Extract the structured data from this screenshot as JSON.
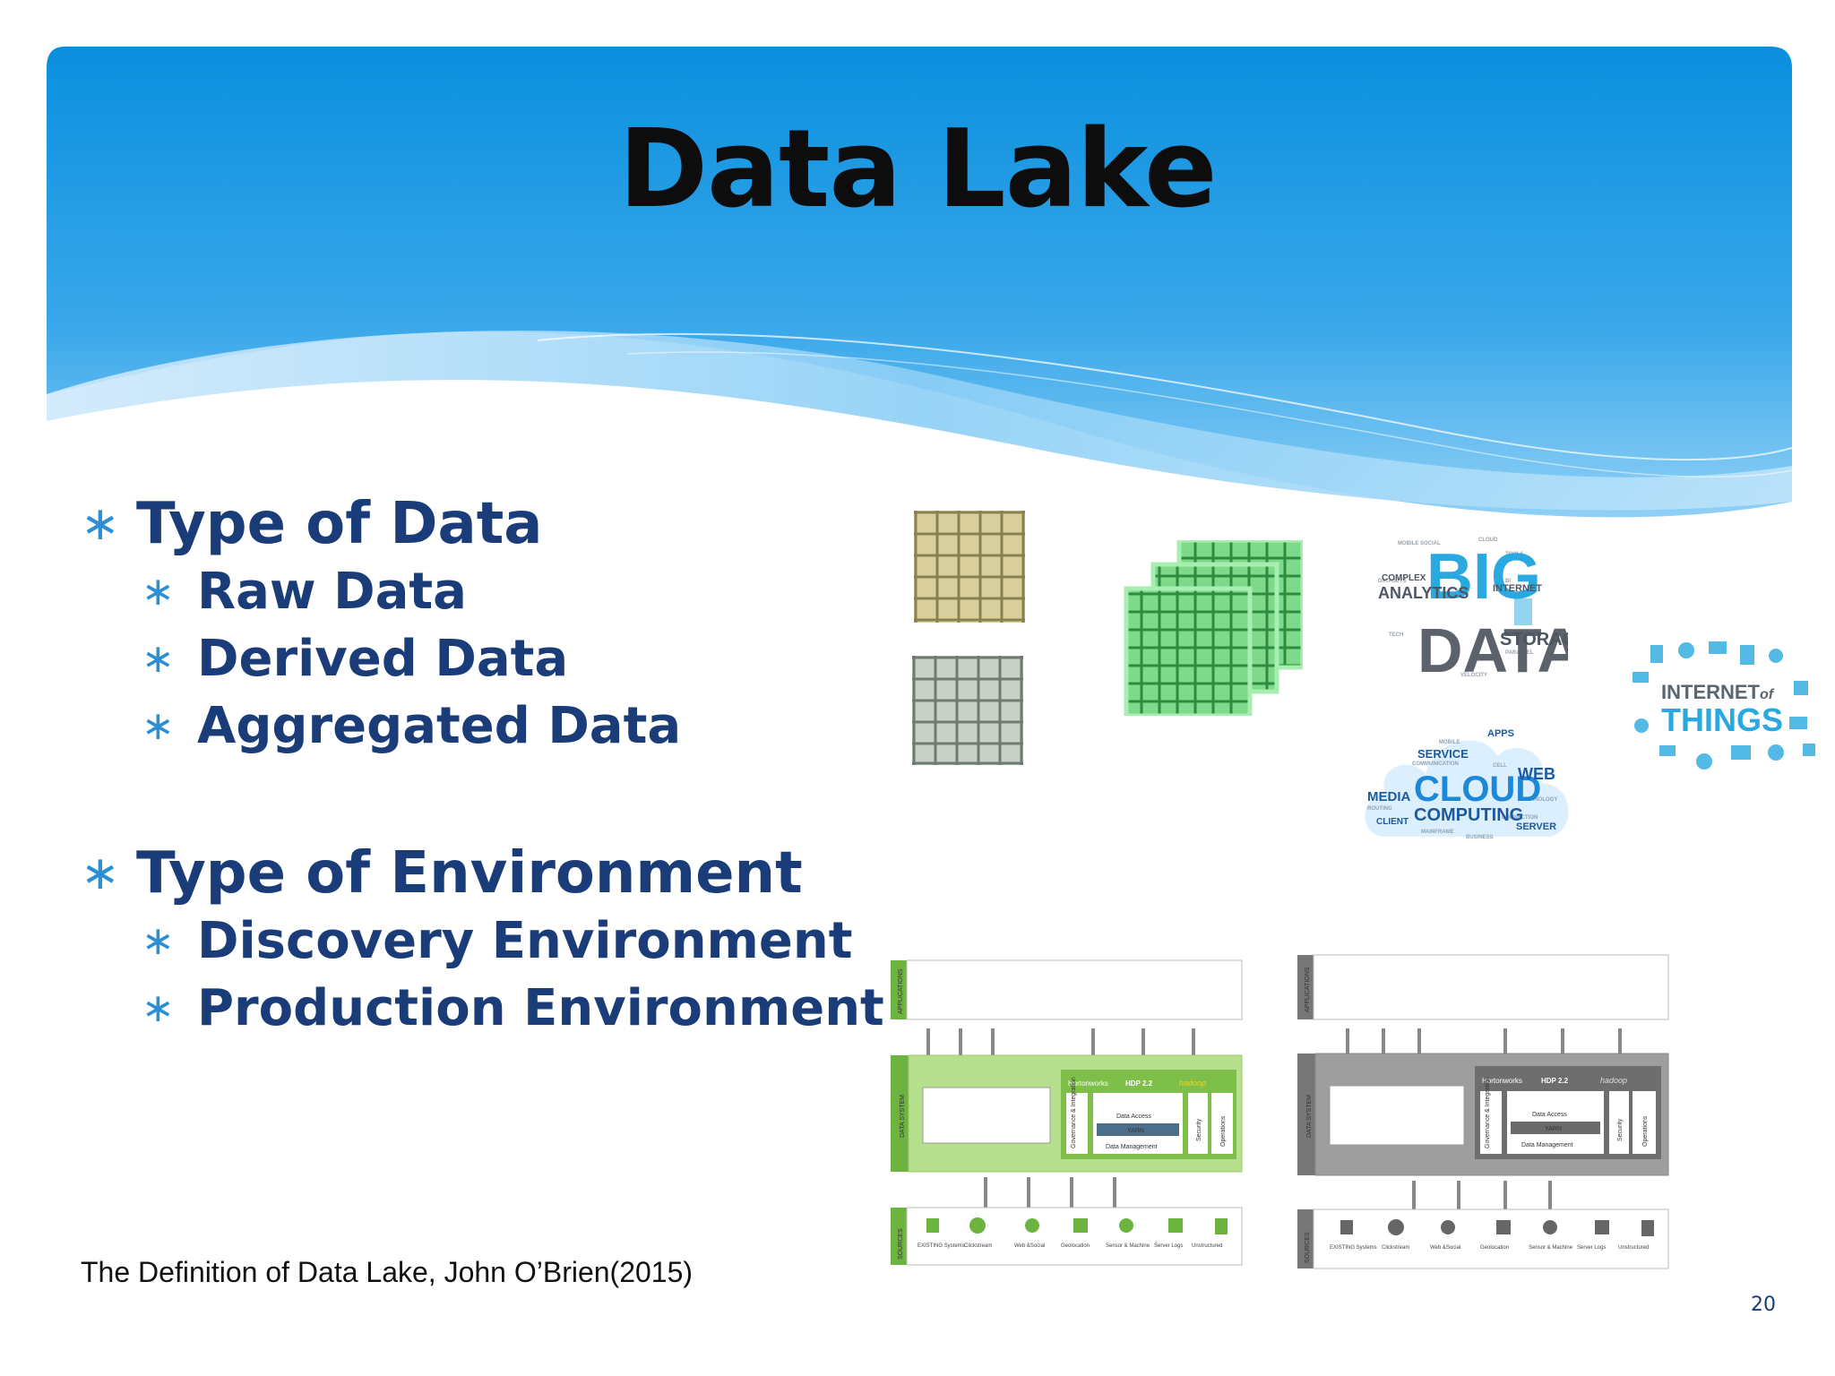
{
  "slide": {
    "title": "Data Lake",
    "page_number": "20",
    "citation": "The Definition of Data Lake, John O’Brien(2015)"
  },
  "bullets": {
    "type_of_data": {
      "heading": "Type of Data",
      "items": [
        "Raw Data",
        "Derived Data",
        "Aggregated Data"
      ]
    },
    "type_of_environment": {
      "heading": "Type of Environment",
      "items": [
        "Discovery Environment",
        "Production Environment"
      ]
    }
  },
  "word_clouds": {
    "big_data": {
      "big": "BIG",
      "data": "DATA",
      "analytics": "ANALYTICS",
      "storage": "STORAGE",
      "complex": "COMPLEX",
      "internet": "INTERNET"
    },
    "cloud": {
      "cloud": "CLOUD",
      "computing": "COMPUTING",
      "service": "SERVICE",
      "media": "MEDIA",
      "web": "WEB",
      "client": "CLIENT",
      "apps": "APPS",
      "server": "SERVER"
    },
    "iot": {
      "internet": "INTERNET",
      "of": "of",
      "things": "THINGS"
    }
  },
  "diagrams": {
    "labels": {
      "applications": "APPLICATIONS",
      "data_system": "DATA SYSTEM",
      "sources": "SOURCES",
      "brand": "Hortonworks",
      "hdp": "HDP 2.2",
      "hadoop": "hadoop",
      "governance": "Governance & Integration",
      "data_access": "Data Access",
      "yarn": "YARN",
      "data_management": "Data Management",
      "security": "Security",
      "operations": "Operations"
    },
    "sources": [
      "EXISTING Systems",
      "Clickstream",
      "Web &Social",
      "Geolocation",
      "Sensor & Machine",
      "Server Logs",
      "Unstructured"
    ]
  },
  "colors": {
    "header_top": "#0a8fde",
    "header_bottom": "#7cc4f4",
    "bullet_text": "#1a3c78",
    "bullet_star": "#2c8fd6",
    "diagram_green": "#b6e08e",
    "diagram_gray": "#9e9e9e"
  }
}
